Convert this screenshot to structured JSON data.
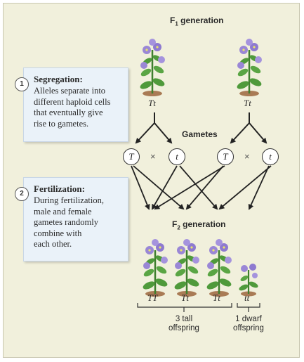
{
  "f1": {
    "title": "F",
    "sub": "1",
    "suffix": " generation",
    "left_genotype": "Tt",
    "right_genotype": "Tt"
  },
  "gametes_label": "Gametes",
  "gametes": [
    "T",
    "t",
    "T",
    "t"
  ],
  "cross_symbol": "×",
  "segregation": {
    "number": "1",
    "title": "Segregation:",
    "lines": [
      "Alleles separate into",
      "different haploid cells",
      "that eventually give",
      "rise to gametes."
    ]
  },
  "fertilization": {
    "number": "2",
    "title": "Fertilization:",
    "lines": [
      "During fertilization,",
      "male and female",
      "gametes randomly",
      "combine with",
      "each other."
    ]
  },
  "f2": {
    "title": "F",
    "sub": "2",
    "suffix": " generation",
    "genotypes": [
      "TT",
      "Tt",
      "Tt",
      "tt"
    ],
    "tall_label": [
      "3 tall",
      "offspring"
    ],
    "dwarf_label": [
      "1 dwarf",
      "offspring"
    ]
  },
  "colors": {
    "background": "#f1f0dc",
    "box": "#eaf2f9",
    "flower": "#9a87d6",
    "leaf": "#4f9a3b",
    "soil": "#a97b55"
  }
}
